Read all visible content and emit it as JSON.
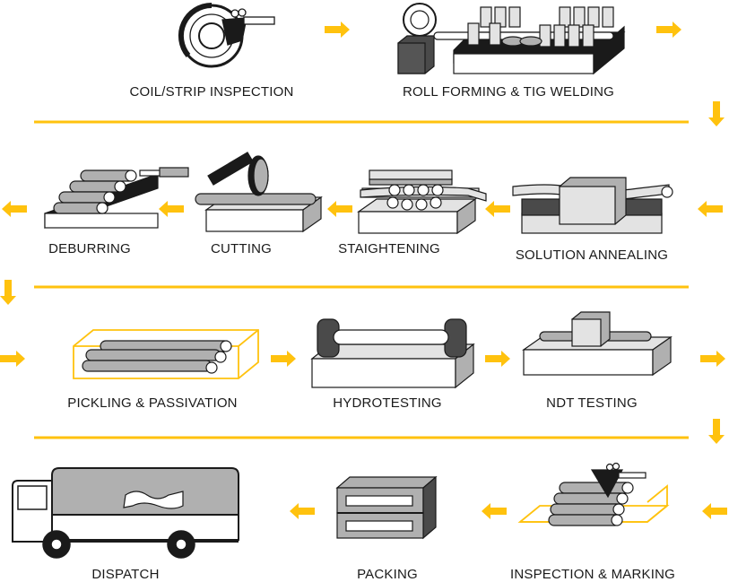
{
  "colors": {
    "accent": "#FFC20E",
    "dark": "#4a4a4a",
    "mid": "#b0b0b0",
    "light": "#e3e3e3",
    "line": "#1a1a1a"
  },
  "steps": [
    {
      "id": "coil",
      "label": "COIL/STRIP INSPECTION",
      "icon": "coil-inspection-icon"
    },
    {
      "id": "roll",
      "label": "ROLL FORMING & TIG WELDING",
      "icon": "roll-forming-icon"
    },
    {
      "id": "anneal",
      "label": "SOLUTION ANNEALING",
      "icon": "annealing-icon"
    },
    {
      "id": "straight",
      "label": "STAIGHTENING",
      "icon": "straightening-icon"
    },
    {
      "id": "cut",
      "label": "CUTTING",
      "icon": "cutting-icon"
    },
    {
      "id": "deburr",
      "label": "DEBURRING",
      "icon": "deburring-icon"
    },
    {
      "id": "pickle",
      "label": "PICKLING & PASSIVATION",
      "icon": "pickling-icon"
    },
    {
      "id": "hydro",
      "label": "HYDROTESTING",
      "icon": "hydrotest-icon"
    },
    {
      "id": "ndt",
      "label": "NDT TESTING",
      "icon": "ndt-icon"
    },
    {
      "id": "inspect",
      "label": "INSPECTION & MARKING",
      "icon": "marking-icon"
    },
    {
      "id": "pack",
      "label": "PACKING",
      "icon": "packing-icon"
    },
    {
      "id": "dispatch",
      "label": "DISPATCH",
      "icon": "truck-icon"
    }
  ]
}
